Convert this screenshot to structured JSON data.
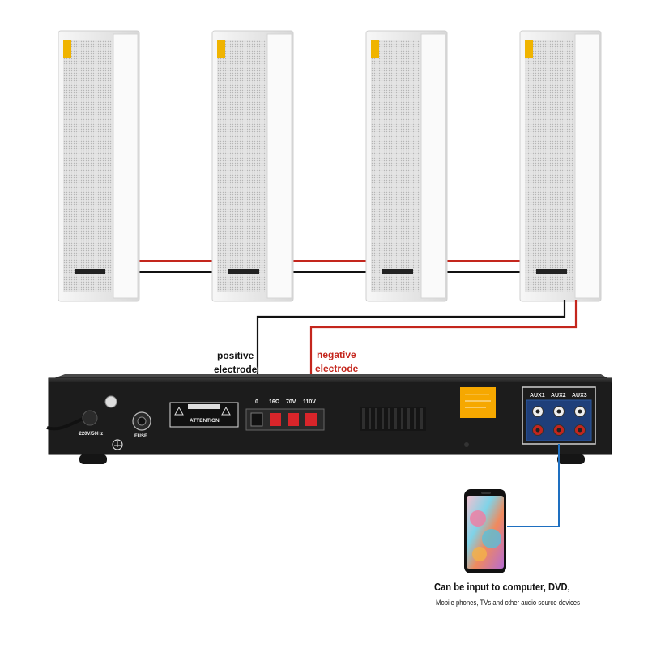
{
  "labels": {
    "positive_line1": "positive",
    "positive_line2": "electrode",
    "negative_line1": "negative",
    "negative_line2": "electrode"
  },
  "amplifier": {
    "terminals": [
      "0",
      "16Ω",
      "70V",
      "110V"
    ],
    "aux_labels": [
      "AUX1",
      "AUX2",
      "AUX3"
    ],
    "power_label": "~220V/50Hz",
    "fuse_label": "FUSE",
    "attention_label": "ATTENTION"
  },
  "caption": {
    "line1": "Can be input to computer, DVD,",
    "line2": "Mobile phones, TVs and other audio source devices"
  },
  "colors": {
    "positive_wire": "#111111",
    "negative_wire": "#c4261d",
    "source_wire": "#1e6fc0",
    "amp_body": "#1c1c1c",
    "speaker_body": "#f2f2f2"
  }
}
